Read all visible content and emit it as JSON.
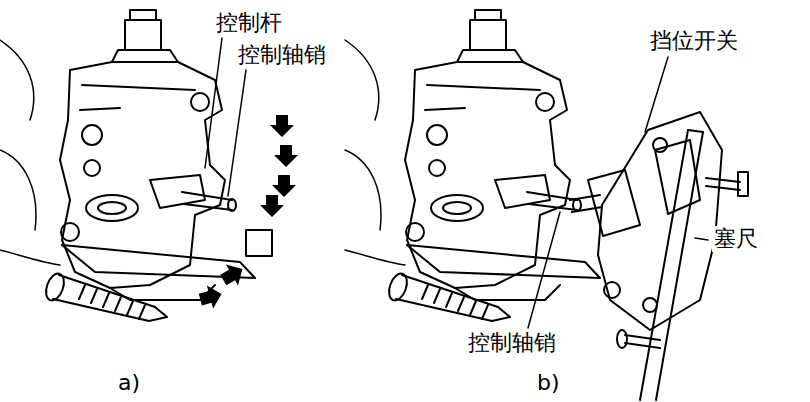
{
  "diagram": {
    "labels": [
      "控制杆",
      "控制轴销",
      "挡位开关",
      "塞尺",
      "控制轴销",
      "a)",
      "b)"
    ]
  }
}
